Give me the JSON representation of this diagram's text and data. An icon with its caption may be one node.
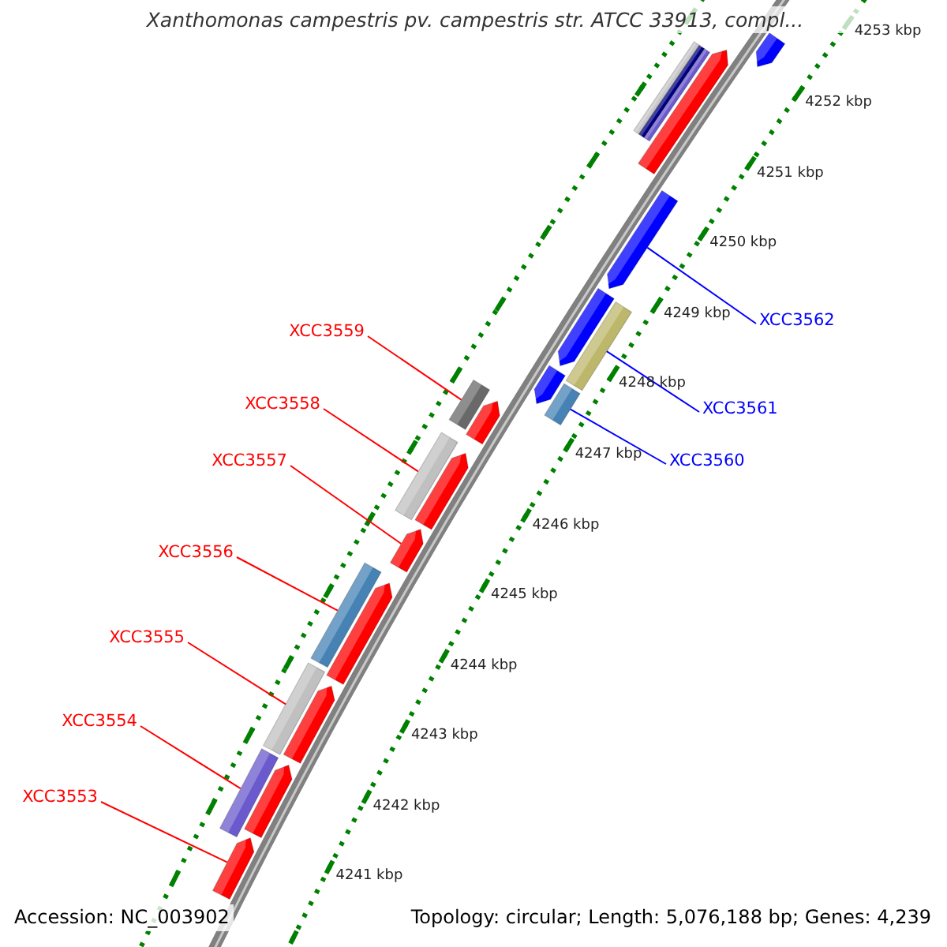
{
  "diagram": {
    "title": "Xanthomonas campestris pv. campestris str. ATCC 33913, compl...",
    "nodes": [
      {
        "text": [],
        "shape": "bar"
      },
      {
        "text": [],
        "shape": "bar"
      },
      {
        "text": [],
        "shape": "bar"
      },
      {
        "text": [],
        "shape": "bar"
      },
      {
        "text": [],
        "shape": "bar"
      },
      {
        "text": [],
        "shape": "bar"
      },
      {
        "text": [],
        "shape": "bar"
      },
      {
        "text": [],
        "shape": "bar"
      },
      {
        "text": [],
        "shape": "bar"
      },
      {
        "text": [],
        "shape": "bar"
      },
      {
        "text": [],
        "shape": "bar"
      },
      {
        "text": [],
        "shape": "bar"
      },
      {
        "text": [],
        "shape": "bar"
      },
      {
        "text": [],
        "shape": "bar"
      },
      {
        "text": [],
        "shape": "bar"
      },
      {
        "text": [],
        "shape": "bar"
      },
      {
        "text": [],
        "shape": "bar"
      },
      {
        "text": [],
        "shape": "bar"
      },
      {
        "text": [],
        "shape": "bar"
      },
      {
        "text": [],
        "shape": "bar"
      },
      {
        "text": [],
        "shape": "bar"
      },
      {
        "text": [],
        "shape": "bar"
      },
      {
        "text": [
          "XCC3562"
        ]
      },
      {
        "text": [
          "XCC3559"
        ]
      },
      {
        "text": [
          "XCC3558"
        ]
      },
      {
        "text": [
          "XCC3561"
        ]
      },
      {
        "text": [
          "XCC3557"
        ]
      },
      {
        "text": [
          "XCC3560"
        ]
      },
      {
        "text": [
          "XCC3556"
        ]
      },
      {
        "text": [
          "XCC3555"
        ]
      },
      {
        "text": [
          "XCC3554"
        ]
      },
      {
        "text": [
          "XCC3553"
        ]
      }
    ],
    "edges": [
      {
        "from": 22,
        "to": 5,
        "arrow": "none",
        "color": "#0000ff"
      },
      {
        "from": 23,
        "to": 10,
        "arrow": "none"
      },
      {
        "from": 24,
        "to": 12,
        "arrow": "none"
      },
      {
        "from": 25,
        "to": 7,
        "arrow": "none",
        "color": "#0000ff"
      },
      {
        "from": 26,
        "to": 14,
        "arrow": "none"
      },
      {
        "from": 27,
        "to": 9,
        "arrow": "none",
        "color": "#0000ff"
      },
      {
        "from": 28,
        "to": 15,
        "arrow": "none"
      },
      {
        "from": 29,
        "to": 17,
        "arrow": "none"
      },
      {
        "from": 30,
        "to": 19,
        "arrow": "none"
      },
      {
        "from": 31,
        "to": 21,
        "arrow": "none"
      }
    ],
    "labels": [
      "4253 kbp",
      "4252 kbp",
      "4251 kbp",
      "4250 kbp",
      "4249 kbp",
      "4248 kbp",
      "4247 kbp",
      "4246 kbp",
      "4245 kbp",
      "4244 kbp",
      "4243 kbp",
      "4242 kbp",
      "4241 kbp",
      "Accession: NC_003902",
      "Topology: circular; Length: 5,076,188 bp; Genes: 4,239"
    ]
  }
}
